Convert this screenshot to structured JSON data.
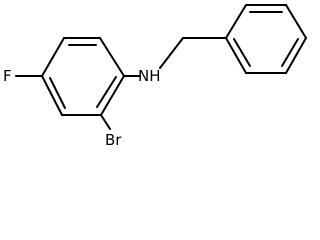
{
  "molecule": {
    "atoms": {
      "fluorine": "F",
      "bromine": "Br",
      "amine": "NH"
    },
    "colors": {
      "bond": "#000000",
      "label": "#000000",
      "background": "#ffffff"
    }
  }
}
